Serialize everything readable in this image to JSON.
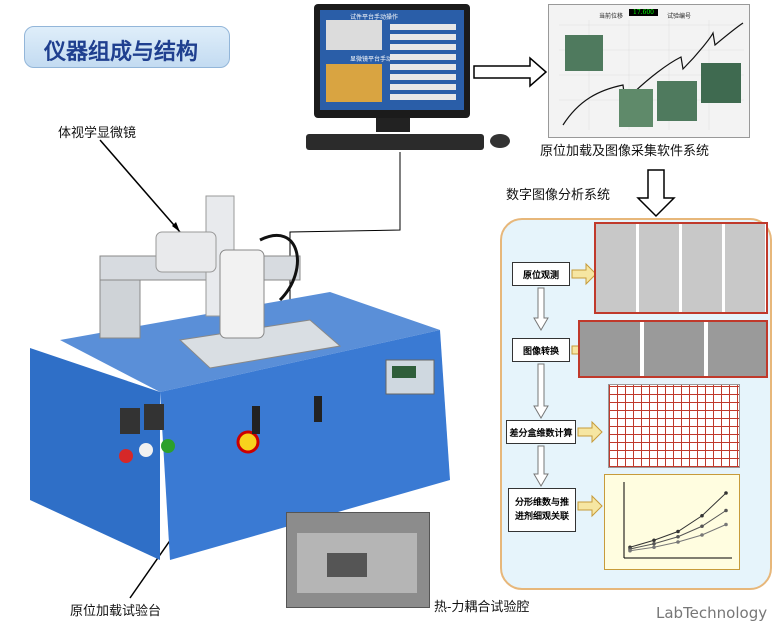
{
  "title": "仪器组成与结构",
  "labels": {
    "microscope": "体视学显微镜",
    "software": "原位加载及图像采集软件系统",
    "analysis": "数字图像分析系统",
    "test_bench": "原位加载试验台",
    "chamber": "热-力耦合试验腔"
  },
  "flow_steps": [
    "原位观测",
    "图像转换",
    "差分盒维数计算",
    "分形维数与推进剂细观关联"
  ],
  "monitor_screen": {
    "header": "试件平台手动操作",
    "sub_header": "显微镜平台手动操作"
  },
  "software_chart": {
    "label_left": "当前位移",
    "readout": "17.600",
    "label_right": "试验编号"
  },
  "fractal_chart": {
    "type": "line",
    "series": [
      {
        "values": [
          0.5,
          0.9,
          1.4,
          2.3,
          3.6
        ]
      },
      {
        "values": [
          0.4,
          0.7,
          1.1,
          1.7,
          2.6
        ]
      },
      {
        "values": [
          0.3,
          0.5,
          0.8,
          1.2,
          1.8
        ]
      }
    ]
  },
  "watermark": "LabTechnology",
  "colors": {
    "machine_blue": "#2f6fc7",
    "title_text": "#1f3f8f",
    "flow_border": "#e7b77a",
    "panel_border": "#c0392b",
    "flow_bg": "#e6f4fb"
  }
}
